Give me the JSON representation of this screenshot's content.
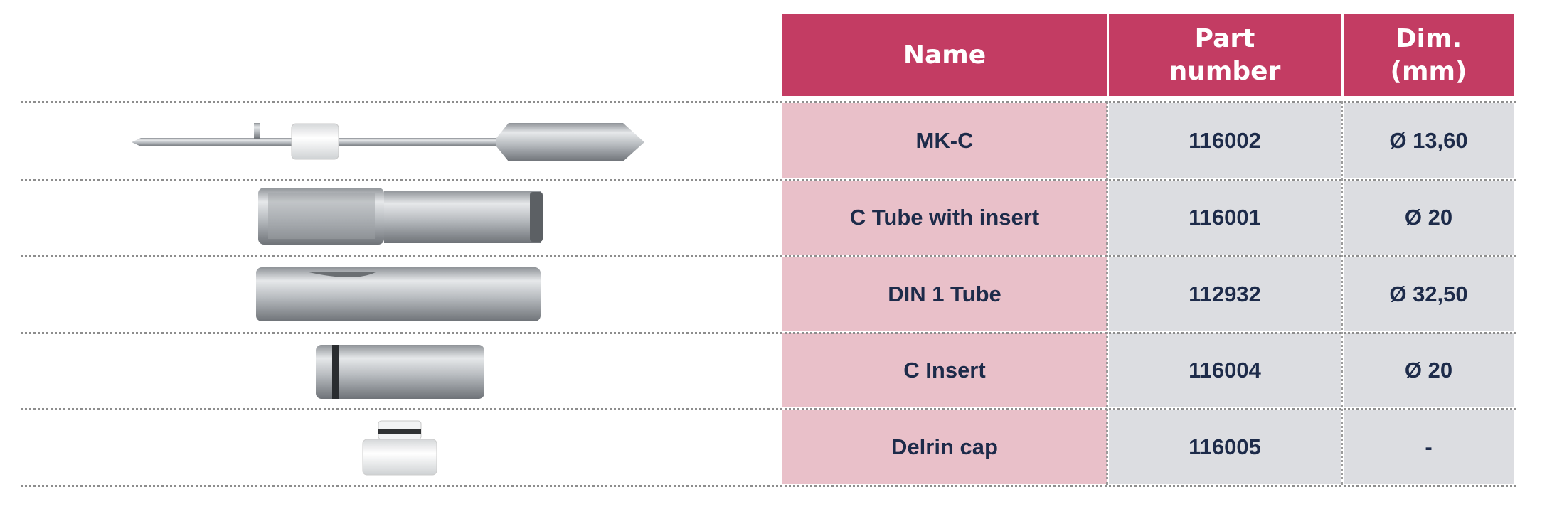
{
  "table": {
    "headers": {
      "name": "Name",
      "part_number": "Part\nnumber",
      "dimension": "Dim.\n(mm)"
    },
    "rows": [
      {
        "name": "MK-C",
        "part_number": "116002",
        "dimension": "Ø 13,60",
        "image": "mk-c-probe-image"
      },
      {
        "name": "C Tube with insert",
        "part_number": "116001",
        "dimension": "Ø 20",
        "image": "c-tube-image"
      },
      {
        "name": "DIN 1 Tube",
        "part_number": "112932",
        "dimension": "Ø 32,50",
        "image": "din-1-tube-image"
      },
      {
        "name": "C Insert",
        "part_number": "116004",
        "dimension": "Ø 20",
        "image": "c-insert-image"
      },
      {
        "name": "Delrin cap",
        "part_number": "116005",
        "dimension": "-",
        "image": "delrin-cap-image"
      }
    ]
  },
  "colors": {
    "header_bg": "#c33c63",
    "name_column_bg": "#e9c0c9",
    "other_columns_bg": "#dcdde1",
    "text": "#1d2b4a"
  }
}
